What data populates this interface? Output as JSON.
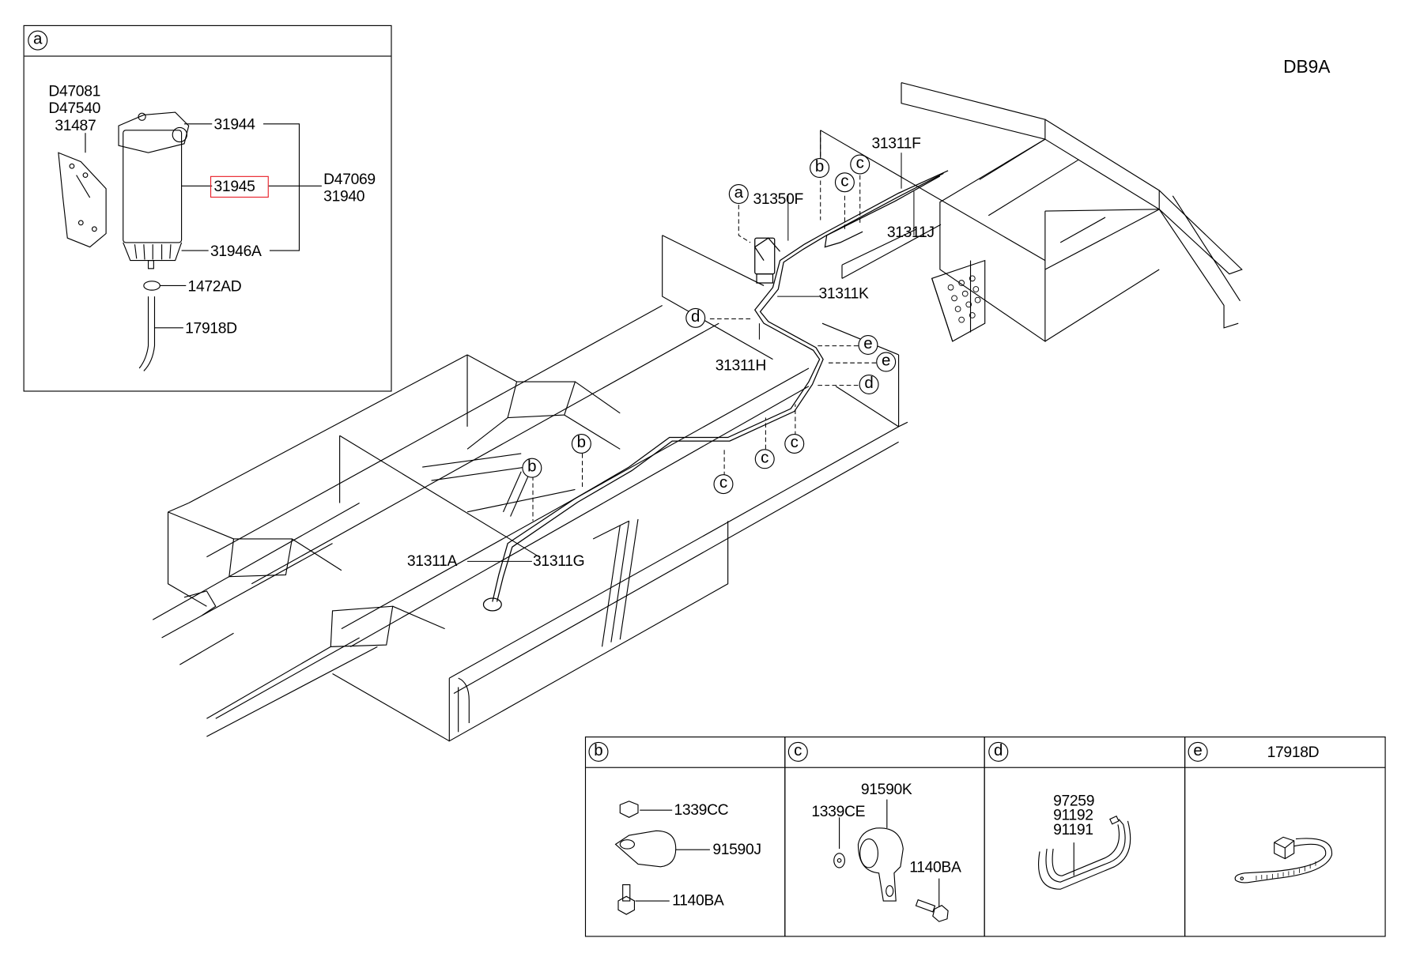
{
  "diagram": {
    "code": "DB9A",
    "highlight_color": "#e8202a",
    "main_labels": {
      "p31311F": "31311F",
      "p31311J": "31311J",
      "p31350F": "31350F",
      "p31311K": "31311K",
      "p31311H": "31311H",
      "p31311A": "31311A",
      "p31311G": "31311G"
    },
    "main_refs": {
      "a": "a",
      "b": "b",
      "c": "c",
      "d": "d",
      "e": "e"
    }
  },
  "panel_a": {
    "ref": "a",
    "bracket_labels": [
      "D47081",
      "D47540",
      "31487"
    ],
    "p31944": "31944",
    "p31945": "31945",
    "assembly_labels": [
      "D47069",
      "31940"
    ],
    "p31946A": "31946A",
    "p1472AD": "1472AD",
    "p17918D": "17918D",
    "highlighted_part": "31945"
  },
  "panel_b": {
    "ref": "b",
    "title": "",
    "parts": [
      "1339CC",
      "91590J",
      "1140BA"
    ]
  },
  "panel_c": {
    "ref": "c",
    "title": "",
    "parts": [
      "91590K",
      "1339CE",
      "1140BA"
    ]
  },
  "panel_d": {
    "ref": "d",
    "title": "",
    "parts": [
      "97259",
      "91192",
      "91191"
    ]
  },
  "panel_e": {
    "ref": "e",
    "title": "17918D",
    "parts": []
  }
}
